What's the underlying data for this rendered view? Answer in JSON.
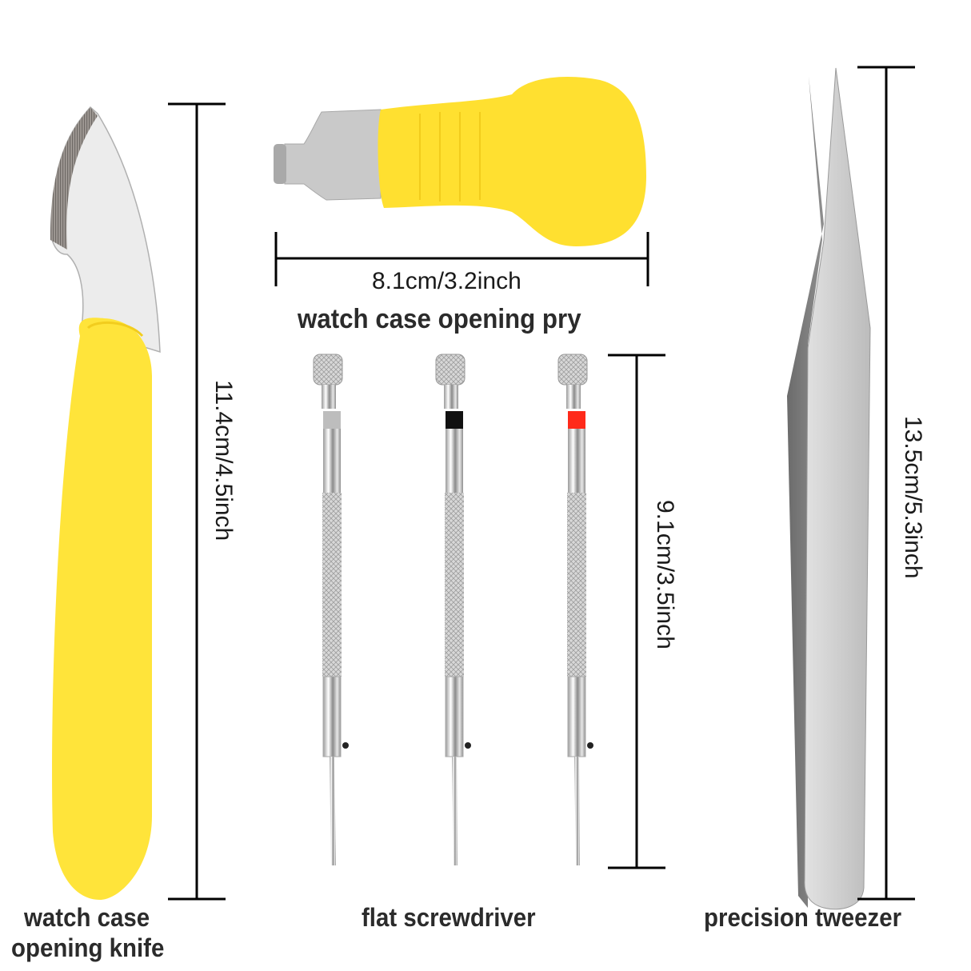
{
  "products": [
    {
      "id": "knife",
      "name_line1": "watch case",
      "name_line2": "opening knife",
      "dimension": "11.4cm/4.5inch",
      "handle_color": "#ffe43a"
    },
    {
      "id": "pry",
      "name": "watch case opening pry",
      "dimension": "8.1cm/3.2inch",
      "handle_color": "#ffe030"
    },
    {
      "id": "screwdriver",
      "name": "flat screwdriver",
      "dimension": "9.1cm/3.5inch",
      "count": 3,
      "band_colors": [
        "#bdbdbd",
        "#111111",
        "#ff2a1a"
      ]
    },
    {
      "id": "tweezer",
      "name": "precision tweezer",
      "dimension": "13.5cm/5.3inch",
      "color": "#c4c4c4"
    }
  ],
  "colors": {
    "background": "#ffffff",
    "dimension_line": "#000000",
    "label_text": "#2b2b2b"
  }
}
